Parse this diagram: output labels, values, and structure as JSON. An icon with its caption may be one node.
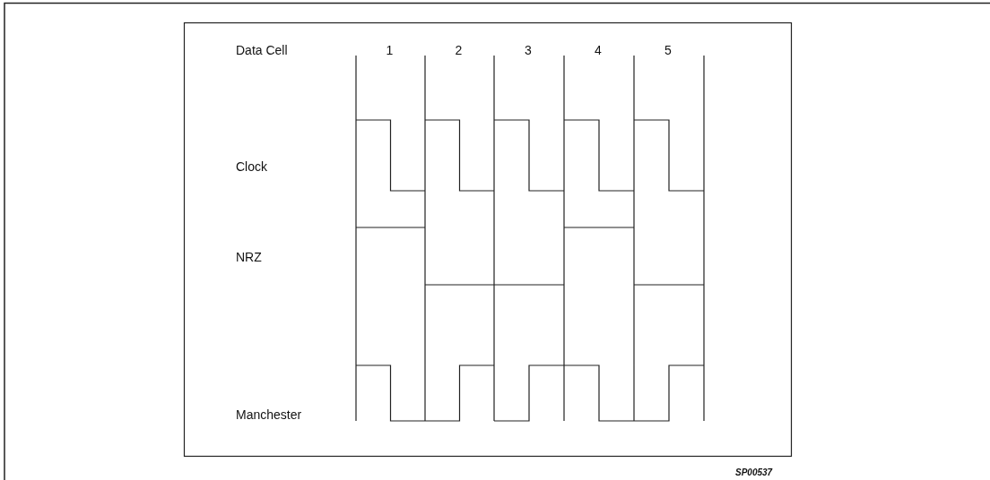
{
  "diagram": {
    "labels": [
      "Data Cell",
      "1",
      "2",
      "3",
      "4",
      "5",
      "Clock",
      "NRZ",
      "Manchester",
      "SP00537"
    ]
  }
}
